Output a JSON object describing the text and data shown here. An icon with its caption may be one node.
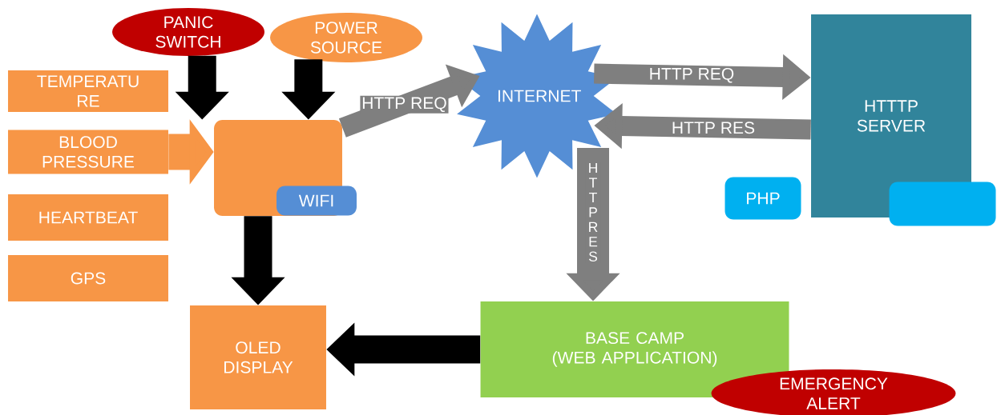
{
  "diagram": {
    "nodes": [
      {
        "text": [
          "PANIC SWITCH"
        ]
      },
      {
        "text": [
          "POWER SOURCE"
        ]
      },
      {
        "text": [
          "TEMPERATU RE"
        ]
      },
      {
        "text": [
          "BLOOD PRESSURE"
        ]
      },
      {
        "text": [
          "HEARTBEAT"
        ]
      },
      {
        "text": [
          "GPS"
        ]
      },
      {
        "text": [],
        "shape": "box"
      },
      {
        "text": [
          "WIFI"
        ]
      },
      {
        "text": [
          "OLED DISPLAY"
        ]
      },
      {
        "text": [
          "INTERNET"
        ]
      },
      {
        "text": [
          "HTTTP SERVER"
        ]
      },
      {
        "text": [
          "PHP"
        ]
      },
      {
        "text": [],
        "shape": "box"
      },
      {
        "text": [
          "BASE CAMP",
          "(WEB APPLICATION)"
        ]
      },
      {
        "text": [
          "EMERGENCY ALERT"
        ]
      }
    ],
    "edges": [
      {
        "from": 0,
        "to": 6,
        "arrow": "to"
      },
      {
        "from": 1,
        "to": 6,
        "arrow": "to"
      },
      {
        "from": 3,
        "to": 6,
        "arrow": "to",
        "color": "#f79646"
      },
      {
        "from": 6,
        "to": 8,
        "arrow": "to"
      },
      {
        "from": 6,
        "to": 9,
        "arrow": "to",
        "label": "HTTP REQ",
        "color": "#7f7f7f"
      },
      {
        "from": 9,
        "to": 10,
        "arrow": "to",
        "label": "HTTP REQ",
        "color": "#7f7f7f"
      },
      {
        "from": 10,
        "to": 9,
        "arrow": "to",
        "label": "HTTP RES",
        "color": "#7f7f7f"
      },
      {
        "from": 9,
        "to": 13,
        "arrow": "to",
        "label": "H T T P R E S",
        "color": "#7f7f7f"
      },
      {
        "from": 13,
        "to": 8,
        "arrow": "to"
      }
    ]
  }
}
